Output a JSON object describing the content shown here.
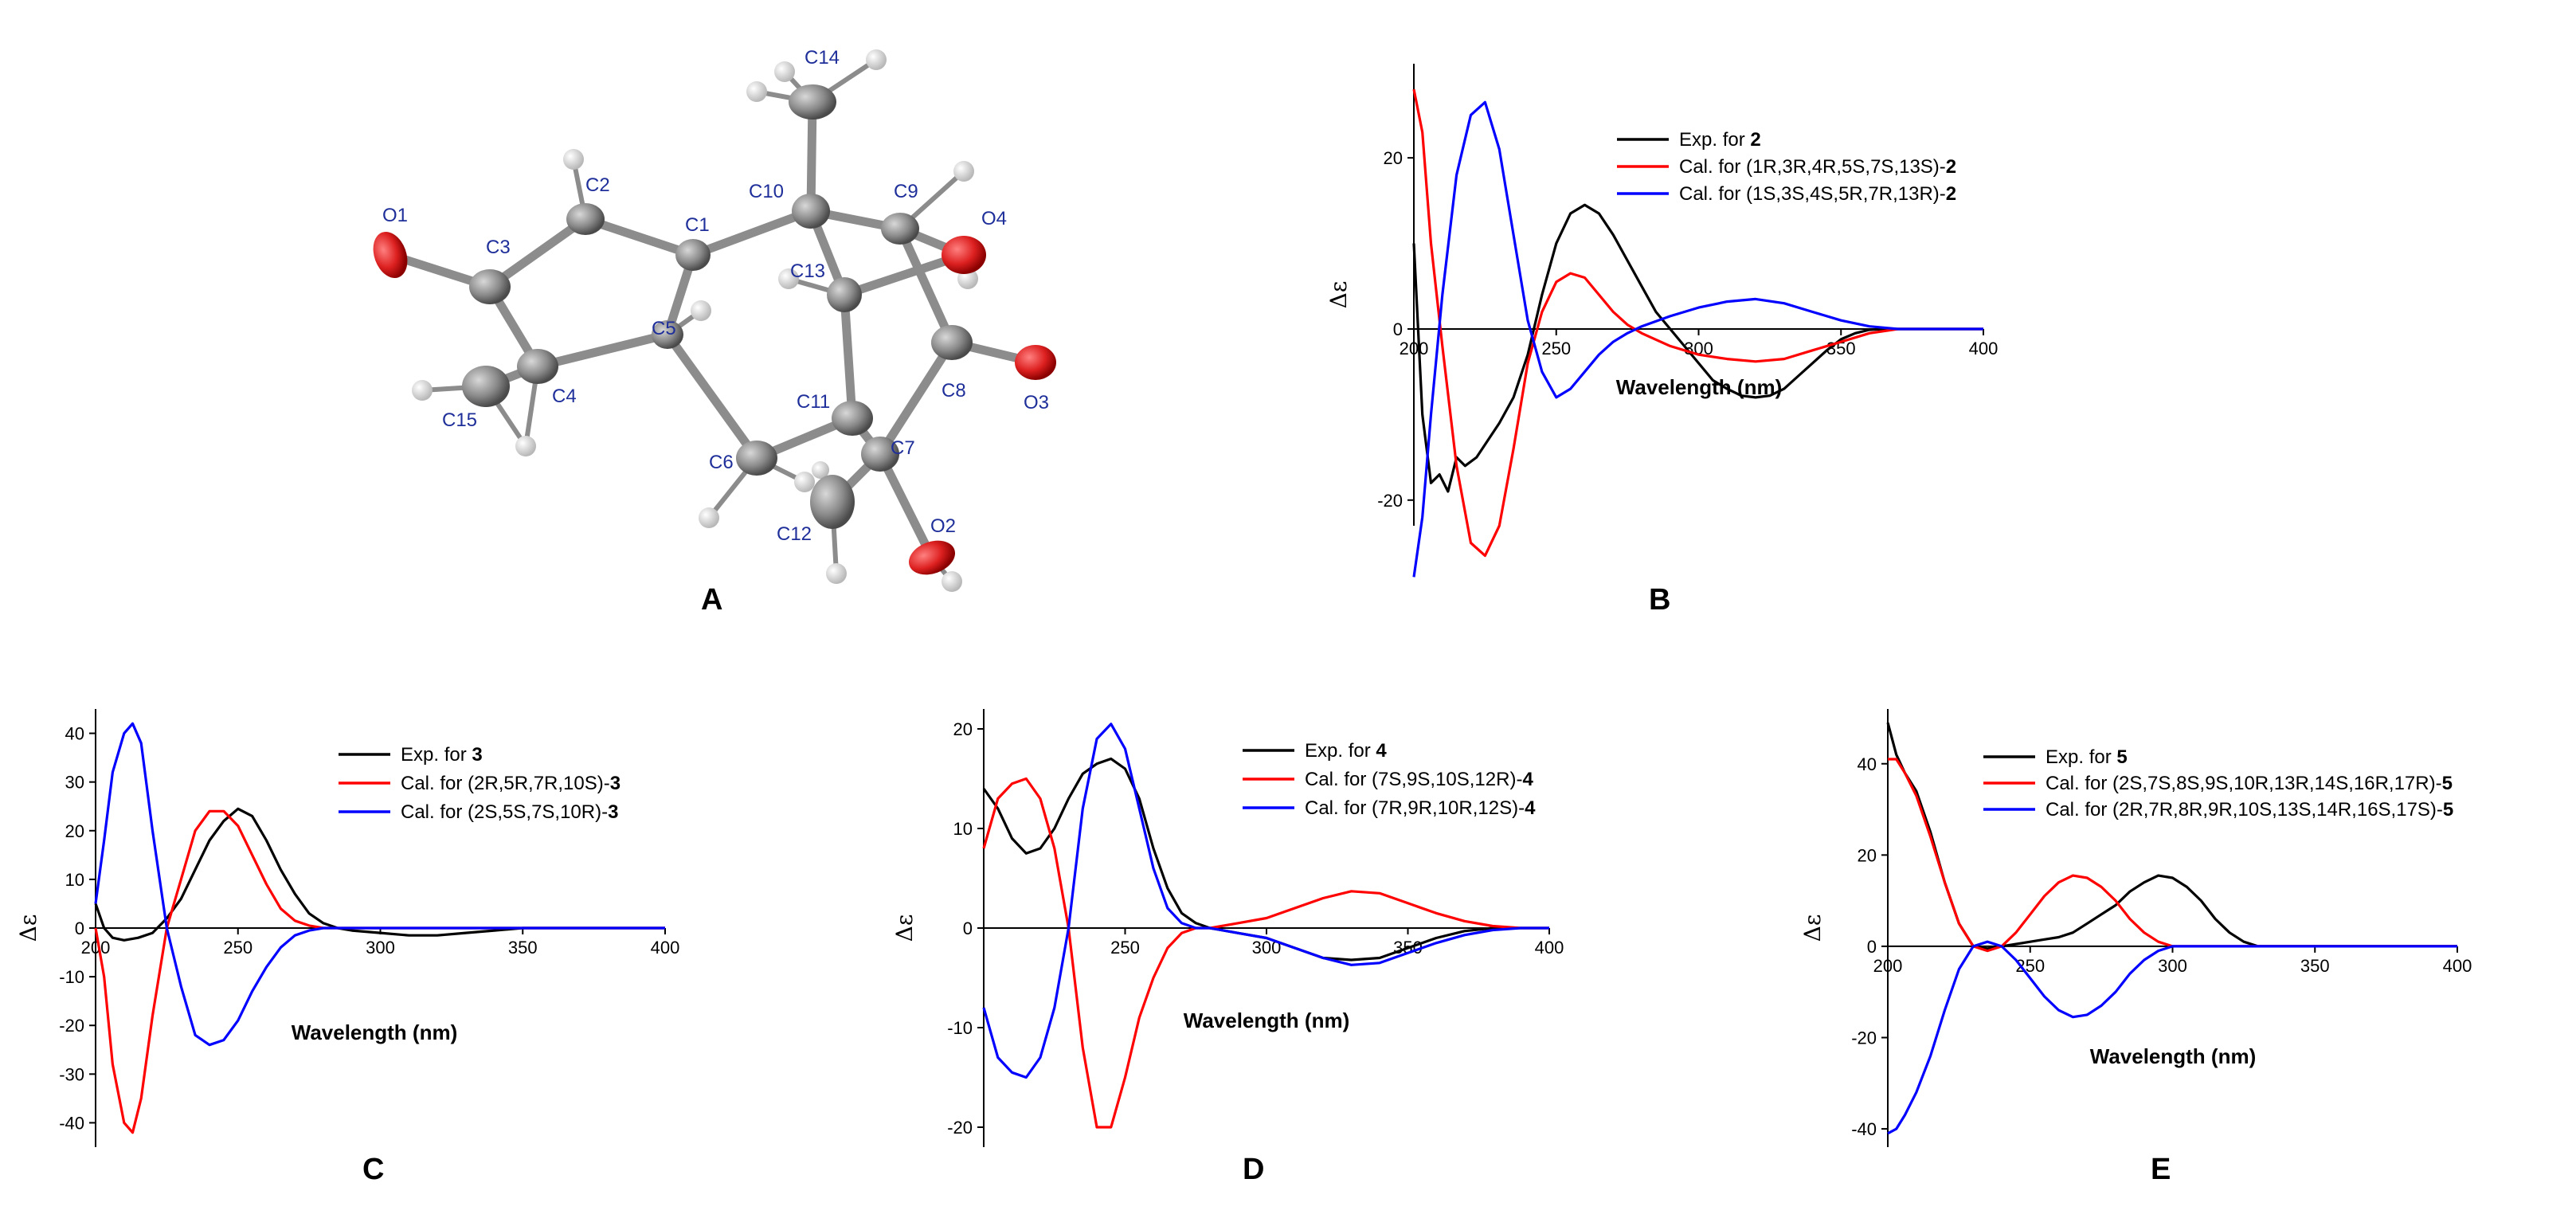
{
  "panel_labels": {
    "A": "A",
    "B": "B",
    "C": "C",
    "D": "D",
    "E": "E"
  },
  "molecule": {
    "atoms": [
      "O1",
      "C2",
      "C3",
      "C1",
      "C10",
      "C14",
      "C9",
      "O4",
      "C13",
      "C5",
      "C4",
      "C15",
      "C11",
      "C8",
      "O3",
      "C6",
      "C7",
      "C12",
      "O2"
    ]
  },
  "colors": {
    "exp": "#000000",
    "calc1": "#ff0000",
    "calc2": "#0000ff"
  },
  "chart_data": [
    {
      "id": "B",
      "type": "line",
      "xlabel": "Wavelength (nm)",
      "ylabel": "Δε",
      "xlim": [
        200,
        400
      ],
      "ylim": [
        -23,
        31
      ],
      "xticks": [
        200,
        250,
        300,
        350,
        400
      ],
      "yticks": [
        -20,
        0,
        20
      ],
      "legend": {
        "position": "top-right",
        "entries": [
          {
            "color": "#000000",
            "text": "Exp. for ",
            "bold": "2"
          },
          {
            "color": "#ff0000",
            "text": "Cal. for (1R,3R,4R,5S,7S,13S)-",
            "bold": "2"
          },
          {
            "color": "#0000ff",
            "text": "Cal. for (1S,3S,4S,5R,7R,13R)-",
            "bold": "2"
          }
        ]
      },
      "series": [
        {
          "color": "#000000",
          "x": [
            200,
            203,
            206,
            209,
            212,
            215,
            218,
            222,
            226,
            230,
            235,
            240,
            245,
            250,
            255,
            260,
            265,
            270,
            275,
            280,
            285,
            290,
            295,
            300,
            305,
            310,
            315,
            320,
            325,
            330,
            335,
            340,
            345,
            350,
            355,
            360,
            365,
            370,
            375,
            380,
            390,
            400
          ],
          "y": [
            10,
            -10,
            -18,
            -17,
            -19,
            -15,
            -16,
            -15,
            -13,
            -11,
            -8,
            -3,
            4,
            10,
            13.5,
            14.5,
            13.5,
            11,
            8,
            5,
            2,
            0,
            -2,
            -4,
            -6,
            -7,
            -7.8,
            -8,
            -7.8,
            -7,
            -5.5,
            -4,
            -2.5,
            -1.2,
            -0.5,
            -0.1,
            0,
            0,
            0,
            0,
            0,
            0
          ]
        },
        {
          "color": "#ff0000",
          "x": [
            200,
            203,
            206,
            210,
            215,
            220,
            225,
            230,
            235,
            240,
            245,
            250,
            255,
            260,
            265,
            270,
            275,
            280,
            290,
            300,
            310,
            320,
            330,
            340,
            350,
            360,
            370,
            380,
            390,
            400
          ],
          "y": [
            28,
            23,
            10,
            -2,
            -16,
            -25,
            -26.5,
            -23,
            -14,
            -4,
            2,
            5.5,
            6.5,
            6,
            4,
            2,
            0.5,
            -0.5,
            -2,
            -3,
            -3.5,
            -3.8,
            -3.5,
            -2.5,
            -1.5,
            -0.5,
            0,
            0,
            0,
            0
          ]
        },
        {
          "color": "#0000ff",
          "x": [
            200,
            203,
            206,
            210,
            215,
            220,
            225,
            230,
            235,
            240,
            245,
            250,
            255,
            260,
            265,
            270,
            275,
            280,
            290,
            300,
            310,
            320,
            330,
            340,
            350,
            360,
            370,
            380,
            390,
            400
          ],
          "y": [
            -29,
            -22,
            -10,
            4,
            18,
            25,
            26.5,
            21,
            11,
            1,
            -5,
            -8,
            -7,
            -5,
            -3,
            -1.5,
            -0.5,
            0.3,
            1.5,
            2.5,
            3.2,
            3.5,
            3,
            2,
            1,
            0.3,
            0,
            0,
            0,
            0
          ]
        }
      ]
    },
    {
      "id": "C",
      "type": "line",
      "xlabel": "Wavelength (nm)",
      "ylabel": "Δε",
      "xlim": [
        200,
        400
      ],
      "ylim": [
        -45,
        45
      ],
      "xticks": [
        200,
        250,
        300,
        350,
        400
      ],
      "yticks": [
        -40,
        -30,
        -20,
        -10,
        0,
        10,
        20,
        30,
        40
      ],
      "legend": {
        "position": "top-right",
        "entries": [
          {
            "color": "#000000",
            "text": "Exp. for ",
            "bold": "3"
          },
          {
            "color": "#ff0000",
            "text": "Cal. for (2R,5R,7R,10S)-",
            "bold": "3"
          },
          {
            "color": "#0000ff",
            "text": "Cal. for (2S,5S,7S,10R)-",
            "bold": "3"
          }
        ]
      },
      "series": [
        {
          "color": "#000000",
          "x": [
            200,
            203,
            206,
            210,
            215,
            220,
            225,
            230,
            235,
            240,
            245,
            250,
            255,
            260,
            265,
            270,
            275,
            280,
            285,
            290,
            300,
            310,
            320,
            330,
            340,
            350,
            360,
            370,
            380,
            390,
            400
          ],
          "y": [
            5,
            0,
            -2,
            -2.5,
            -2,
            -1,
            2,
            6,
            12,
            18,
            22,
            24.5,
            23,
            18,
            12,
            7,
            3,
            1,
            0,
            -0.5,
            -1,
            -1.5,
            -1.5,
            -1,
            -0.5,
            0,
            0,
            0,
            0,
            0,
            0
          ]
        },
        {
          "color": "#ff0000",
          "x": [
            200,
            203,
            206,
            210,
            213,
            216,
            220,
            225,
            230,
            235,
            240,
            245,
            250,
            255,
            260,
            265,
            270,
            275,
            280,
            285,
            290,
            300,
            310,
            320,
            330,
            340,
            350,
            360,
            370,
            380,
            390,
            400
          ],
          "y": [
            0,
            -10,
            -28,
            -40,
            -42,
            -35,
            -18,
            0,
            10,
            20,
            24,
            24,
            21,
            15,
            9,
            4,
            1.5,
            0.5,
            0,
            0,
            0,
            0,
            0,
            0,
            0,
            0,
            0,
            0,
            0,
            0,
            0,
            0
          ]
        },
        {
          "color": "#0000ff",
          "x": [
            200,
            203,
            206,
            210,
            213,
            216,
            220,
            225,
            230,
            235,
            240,
            245,
            250,
            255,
            260,
            265,
            270,
            275,
            280,
            285,
            290,
            300,
            310,
            320,
            330,
            340,
            350,
            360,
            370,
            380,
            390,
            400
          ],
          "y": [
            5,
            18,
            32,
            40,
            42,
            38,
            20,
            0,
            -12,
            -22,
            -24,
            -23,
            -19,
            -13,
            -8,
            -4,
            -1.5,
            -0.5,
            0,
            0,
            0,
            0,
            0,
            0,
            0,
            0,
            0,
            0,
            0,
            0,
            0,
            0
          ]
        }
      ]
    },
    {
      "id": "D",
      "type": "line",
      "xlabel": "Wavelength (nm)",
      "ylabel": "Δε",
      "xlim": [
        200,
        400
      ],
      "ylim": [
        -22,
        22
      ],
      "xticks": [
        250,
        300,
        350,
        400
      ],
      "yticks": [
        -20,
        -10,
        0,
        10,
        20
      ],
      "legend": {
        "position": "top-right",
        "entries": [
          {
            "color": "#000000",
            "text": "Exp. for ",
            "bold": "4"
          },
          {
            "color": "#ff0000",
            "text": "Cal. for (7S,9S,10S,12R)-",
            "bold": "4"
          },
          {
            "color": "#0000ff",
            "text": "Cal. for (7R,9R,10R,12S)-",
            "bold": "4"
          }
        ]
      },
      "series": [
        {
          "color": "#000000",
          "x": [
            200,
            205,
            210,
            215,
            220,
            225,
            230,
            235,
            240,
            245,
            250,
            255,
            260,
            265,
            270,
            275,
            280,
            290,
            300,
            310,
            320,
            330,
            340,
            350,
            360,
            370,
            380,
            390,
            400
          ],
          "y": [
            14,
            12,
            9,
            7.5,
            8,
            10,
            13,
            15.5,
            16.5,
            17,
            16,
            13,
            8,
            4,
            1.5,
            0.5,
            0,
            -0.5,
            -1,
            -2,
            -3,
            -3.2,
            -3,
            -2,
            -1,
            -0.3,
            0,
            0,
            0
          ]
        },
        {
          "color": "#ff0000",
          "x": [
            200,
            205,
            210,
            215,
            220,
            225,
            230,
            235,
            240,
            245,
            250,
            255,
            260,
            265,
            270,
            275,
            280,
            290,
            300,
            310,
            320,
            330,
            340,
            350,
            360,
            370,
            380,
            390,
            400
          ],
          "y": [
            8,
            13,
            14.5,
            15,
            13,
            8,
            0,
            -12,
            -20,
            -20,
            -15,
            -9,
            -5,
            -2,
            -0.5,
            0,
            0,
            0.5,
            1,
            2,
            3,
            3.7,
            3.5,
            2.5,
            1.5,
            0.7,
            0.2,
            0,
            0
          ]
        },
        {
          "color": "#0000ff",
          "x": [
            200,
            205,
            210,
            215,
            220,
            225,
            230,
            235,
            240,
            245,
            250,
            255,
            260,
            265,
            270,
            275,
            280,
            290,
            300,
            310,
            320,
            330,
            340,
            350,
            360,
            370,
            380,
            390,
            400
          ],
          "y": [
            -8,
            -13,
            -14.5,
            -15,
            -13,
            -8,
            0,
            12,
            19,
            20.5,
            18,
            12,
            6,
            2,
            0.5,
            0,
            0,
            -0.5,
            -1,
            -2,
            -3,
            -3.7,
            -3.5,
            -2.5,
            -1.5,
            -0.7,
            -0.2,
            0,
            0
          ]
        }
      ]
    },
    {
      "id": "E",
      "type": "line",
      "xlabel": "Wavelength (nm)",
      "ylabel": "Δε",
      "xlim": [
        200,
        400
      ],
      "ylim": [
        -44,
        52
      ],
      "xticks": [
        200,
        250,
        300,
        350,
        400
      ],
      "yticks": [
        -40,
        -20,
        0,
        20,
        40
      ],
      "legend": {
        "position": "top-right",
        "entries": [
          {
            "color": "#000000",
            "text": "Exp. for ",
            "bold": "5"
          },
          {
            "color": "#ff0000",
            "text": "Cal. for (2S,7S,8S,9S,10R,13R,14S,16R,17R)-",
            "bold": "5"
          },
          {
            "color": "#0000ff",
            "text": "Cal. for (2R,7R,8R,9R,10S,13S,14R,16S,17S)-",
            "bold": "5"
          }
        ]
      },
      "series": [
        {
          "color": "#000000",
          "x": [
            200,
            203,
            206,
            210,
            215,
            220,
            225,
            230,
            235,
            240,
            245,
            250,
            255,
            260,
            265,
            270,
            275,
            280,
            285,
            290,
            295,
            300,
            305,
            310,
            315,
            320,
            325,
            330,
            340,
            350,
            400
          ],
          "y": [
            49,
            42,
            38,
            34,
            25,
            14,
            5,
            0,
            -0.5,
            0,
            0.5,
            1,
            1.5,
            2,
            3,
            5,
            7,
            9,
            12,
            14,
            15.5,
            15,
            13,
            10,
            6,
            3,
            1,
            0,
            0,
            0,
            0
          ]
        },
        {
          "color": "#ff0000",
          "x": [
            200,
            203,
            206,
            210,
            215,
            220,
            225,
            230,
            235,
            240,
            245,
            250,
            255,
            260,
            265,
            270,
            275,
            280,
            285,
            290,
            295,
            300,
            310,
            320,
            330,
            340,
            350,
            400
          ],
          "y": [
            41,
            41,
            38,
            33,
            24,
            14,
            5,
            0,
            -1,
            0,
            3,
            7,
            11,
            14,
            15.5,
            15,
            13,
            10,
            6,
            3,
            1,
            0,
            0,
            0,
            0,
            0,
            0,
            0
          ]
        },
        {
          "color": "#0000ff",
          "x": [
            200,
            203,
            206,
            210,
            215,
            220,
            225,
            230,
            235,
            240,
            245,
            250,
            255,
            260,
            265,
            270,
            275,
            280,
            285,
            290,
            295,
            300,
            310,
            320,
            330,
            340,
            350,
            400
          ],
          "y": [
            -41,
            -40,
            -37,
            -32,
            -24,
            -14,
            -5,
            0,
            1,
            0,
            -3,
            -7,
            -11,
            -14,
            -15.5,
            -15,
            -13,
            -10,
            -6,
            -3,
            -1,
            0,
            0,
            0,
            0,
            0,
            0,
            0
          ]
        }
      ]
    }
  ]
}
